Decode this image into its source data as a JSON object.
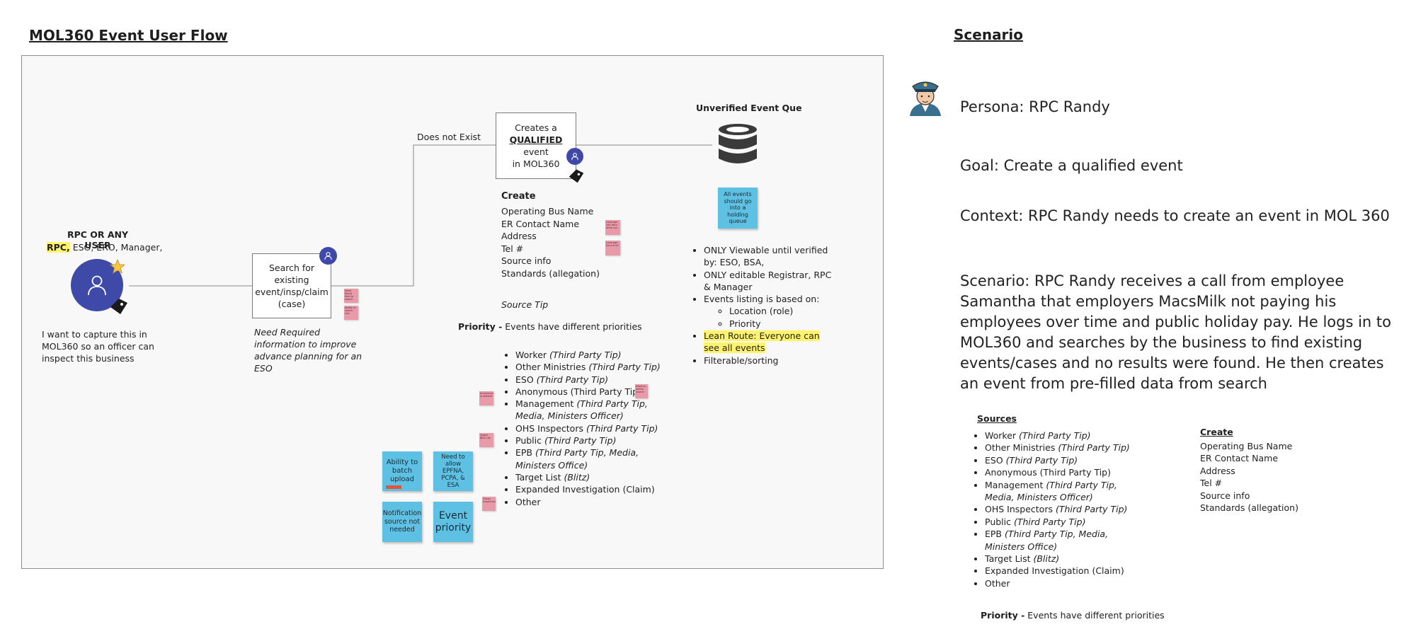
{
  "left_title": "MOL360 Event User Flow",
  "right_title": "Scenario",
  "user": {
    "title": "RPC OR ANY USER",
    "roles_highlight": "RPC,",
    "roles_rest": " ESO, ERO, Manager,",
    "caption": "I want to capture this in MOL360 so an officer can inspect this business"
  },
  "search_box": {
    "label": "Search for existing event/insp/claim (case)",
    "note": "Need Required information to improve advance planning for an ESO",
    "sticky_1": "Need Req'd field to search",
    "sticky_2": "Ability to search info"
  },
  "branch_label": "Does not Exist",
  "create_box": {
    "line1": "Creates a",
    "qualified": "QUALIFIED",
    "line2_rest": " event",
    "line3": "in MOL360"
  },
  "create_fields": {
    "heading": "Create",
    "items": [
      "Operating Bus Name",
      "ER Contact Name",
      "Address",
      "Tel #",
      "Source info",
      "Standards (allegation)"
    ],
    "sticky_1": "Leverage info from other sys",
    "sticky_2": "Leverage Source tel"
  },
  "source_tip": "Source Tip",
  "priority": {
    "label": "Priority -",
    "text": " Events have different priorities"
  },
  "sources_list": [
    {
      "text": "Worker ",
      "em": "(Third Party Tip)"
    },
    {
      "text": "Other Ministries ",
      "em": "(Third Party Tip)"
    },
    {
      "text": "ESO ",
      "em": "(Third Party Tip)"
    },
    {
      "text": "Anonymous (Third Party Tip)",
      "em": ""
    },
    {
      "text": "Management ",
      "em": "(Third Party Tip, Media, Ministers Officer)"
    },
    {
      "text": "OHS Inspectors ",
      "em": "(Third Party Tip)"
    },
    {
      "text": "Public ",
      "em": "(Third Party Tip)"
    },
    {
      "text": "EPB ",
      "em": "(Third Party Tip, Media, Ministers Office)"
    },
    {
      "text": "Target List ",
      "em": "(Blitz)"
    },
    {
      "text": "Expanded Investigation (Claim)",
      "em": ""
    },
    {
      "text": "Other",
      "em": ""
    }
  ],
  "stickies": {
    "batch_upload": "Ability to batch upload",
    "allow_epfna": "Need to allow EPFNA, PCPA, & ESA",
    "notification": "Notification source not needed",
    "event_priority": "Event priority",
    "pink_a": "Anonymous is allowed",
    "pink_b": "Need to define source",
    "pink_c": "Target Blitz List",
    "pink_d": "Remove third party",
    "pink_e": "Group Inspections"
  },
  "queue": {
    "title": "Unverified Event Que",
    "sticky": "All events should go into a holding queue",
    "bullets": {
      "b1": "ONLY Viewable until verified by:  ESO, BSA,",
      "b2": "ONLY editable Registrar, RPC & Manager",
      "b3": "Events listing is based on:",
      "b3_sub": [
        "Location (role)",
        "Priority"
      ],
      "b4": "Lean Route: Everyone can see all events",
      "b5": "Filterable/sorting"
    }
  },
  "scenario": {
    "persona": "Persona: RPC Randy",
    "goal": "Goal: Create a qualified event",
    "context": "Context: RPC Randy needs to create an event in MOL 360",
    "scenario": "Scenario: RPC Randy receives a call from employee Samantha that employers MacsMilk not paying his employees over time and public holiday pay. He logs in to MOL360 and searches by the business to find existing events/cases and no results were found. He then creates an event from pre-filled data from search"
  },
  "right_sources": {
    "heading": "Sources"
  },
  "right_create": {
    "heading": "Create"
  },
  "right_priority": {
    "label": "Priority -",
    "text": " Events have different priorities"
  },
  "colors": {
    "avatar": "#3f4aa8",
    "sticky_blue": "#5ec1e3",
    "sticky_pink": "#e89aa8",
    "highlight": "#fff36b",
    "star": "#f6c644"
  },
  "icons": [
    "user-icon",
    "tag-icon",
    "star-icon",
    "database-icon",
    "police-officer-icon"
  ]
}
